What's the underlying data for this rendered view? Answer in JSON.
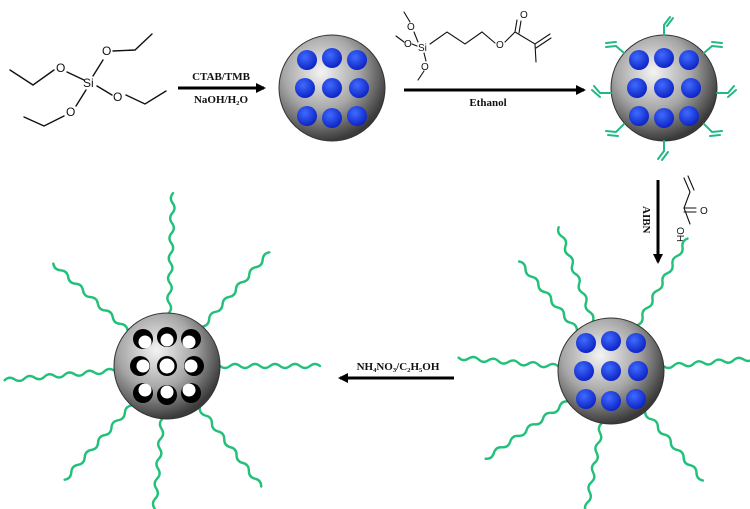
{
  "steps": [
    {
      "id": "step1",
      "label_line1": "CTAB/TMB",
      "label_line2": "NaOH/H₂O"
    },
    {
      "id": "step2",
      "label": "Ethanol"
    },
    {
      "id": "step3",
      "label": "AIBN"
    },
    {
      "id": "step4",
      "label": "NH₄NO₃/C₂H₅OH"
    }
  ],
  "atoms": {
    "si": "Si",
    "o": "O",
    "ho": "HO"
  },
  "colors": {
    "sphere_dark": "#3d3d3d",
    "sphere_light": "#f2f2f2",
    "pore_blue": "#1c3fe6",
    "functional_green": "#22c07a",
    "arrow": "#000000"
  }
}
